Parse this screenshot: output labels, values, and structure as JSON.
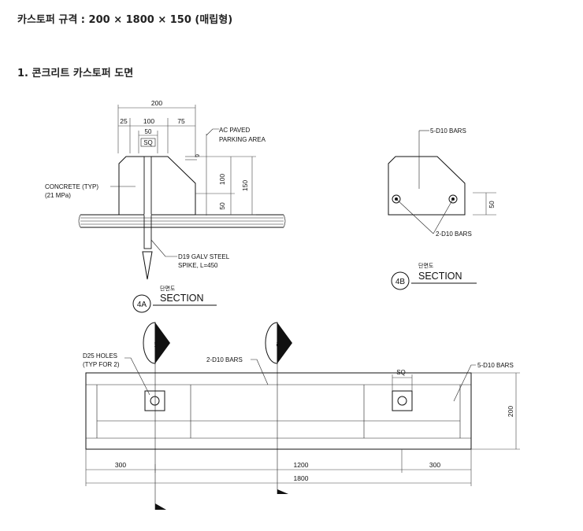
{
  "headings": {
    "spec": "카스토퍼 규격 : 200 × 1800 × 150 (매립형)",
    "section": "1. 콘크리트 카스토퍼 도면"
  },
  "section_4a": {
    "dims": {
      "total": "200",
      "d25": "25",
      "d100": "100",
      "d75": "75",
      "d50": "50",
      "sq": "SQ",
      "d6": "6",
      "v100": "100",
      "v150": "150",
      "v50": "50"
    },
    "labels": {
      "ac_paved_1": "AC PAVED",
      "ac_paved_2": "PARKING AREA",
      "concrete_1": "CONCRETE (TYP)",
      "concrete_2": "(21 MPa)",
      "spike_1": "D19 GALV STEEL",
      "spike_2": "SPIKE, L=450"
    },
    "tag": "4A",
    "korean": "단면도",
    "title": "SECTION"
  },
  "section_4b": {
    "labels": {
      "top_bars": "5-D10 BARS",
      "bottom_bars": "2-D10 BARS"
    },
    "dim_50": "50",
    "tag": "4B",
    "korean": "단면도",
    "title": "SECTION"
  },
  "plan": {
    "labels": {
      "holes_1": "D25 HOLES",
      "holes_2": "(TYP FOR 2)",
      "bars_2": "2-D10 BARS",
      "bars_5": "5-D10 BARS",
      "sq": "SQ"
    },
    "markers": {
      "a": "4A",
      "b": "4B"
    },
    "dims": {
      "left": "300",
      "mid": "1200",
      "right": "300",
      "total": "1800",
      "height": "200"
    }
  }
}
